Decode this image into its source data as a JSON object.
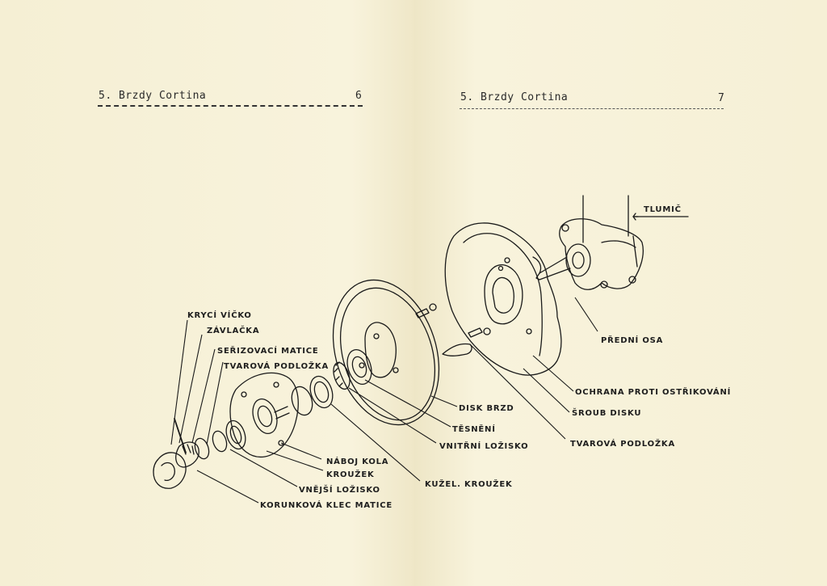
{
  "left_page": {
    "header": "5. Brzdy Cortina",
    "page_number": "6"
  },
  "right_page": {
    "header": "5. Brzdy Cortina",
    "page_number": "7"
  },
  "labels": {
    "kryci_vicko": "KRYCÍ VÍČKO",
    "zavlacka": "ZÁVLAČKA",
    "serizovaci_matice": "SEŘIZOVACÍ MATICE",
    "tvarova_podlozka_left": "TVAROVÁ PODLOŽKA",
    "tlumic": "TLUMIČ",
    "predni_osa": "PŘEDNÍ OSA",
    "ochrana": "OCHRANA PROTI OSTŘIKOVÁNÍ",
    "sroub_disku": "ŠROUB DISKU",
    "tvarova_podlozka_right": "TVAROVÁ PODLOŽKA",
    "disk_brzd": "DISK BRZD",
    "tesneni": "TĚSNĚNÍ",
    "vnitrni_lozisko": "VNITŘNÍ LOŽISKO",
    "kuzel_krouzek": "KUŽEL. KROUŽEK",
    "naboj_kola": "NÁBOJ KOLA",
    "krouzek": "KROUŽEK",
    "vnejsi_lozisko": "VNĚJŠÍ LOŽISKO",
    "korunkova_klec": "KORUNKOVÁ KLEC MATICE"
  }
}
